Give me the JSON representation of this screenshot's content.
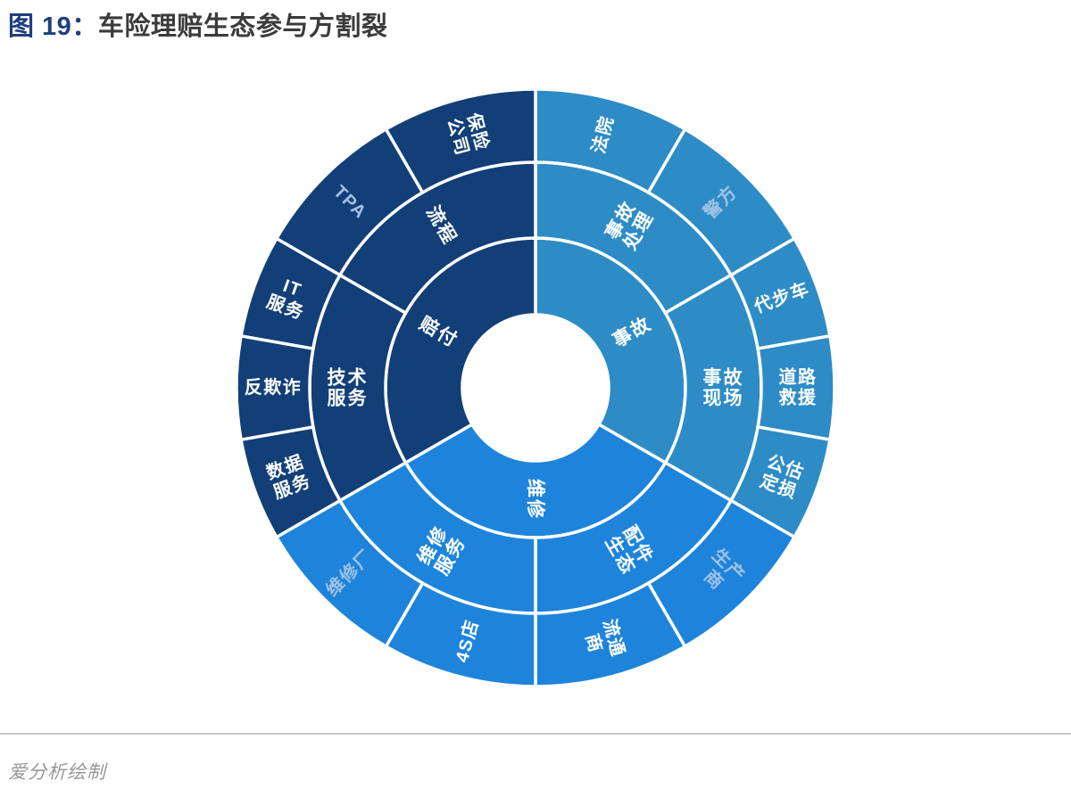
{
  "header": {
    "figure_prefix": "图 19：",
    "figure_title": "车险理赔生态参与方割裂"
  },
  "footer": {
    "source": "爱分析绘制"
  },
  "palette": {
    "title_prefix_color": "#1e3f7f",
    "title_text_color": "#3b3b3b",
    "divider_color": "#c9c9c9",
    "source_color": "#979797"
  },
  "chart_data": {
    "type": "sunburst",
    "title": "图 19：车险理赔生态参与方割裂",
    "angle_unit": "degrees, clockwise from 12 o'clock",
    "ring_radii": [
      82,
      168,
      253,
      335
    ],
    "border_color": "#ffffff",
    "border_width": 3.5,
    "label_color": "#ffffff",
    "muted_label_color": "#9fc2e4",
    "legend": "none",
    "sectors": [
      {
        "key": "accident",
        "label": "事故",
        "a0": 0,
        "a1": 120,
        "color": "#2d8cc6",
        "children": [
          {
            "key": "accident-handling",
            "label": "事故处理",
            "lines": [
              "事故",
              "处理"
            ],
            "a0": 0,
            "a1": 60,
            "children": [
              {
                "key": "court",
                "label": "法院",
                "a0": 0,
                "a1": 30
              },
              {
                "key": "police",
                "label": "警方",
                "a0": 30,
                "a1": 60,
                "muted": true
              }
            ]
          },
          {
            "key": "accident-scene",
            "label": "事故现场",
            "lines": [
              "事故",
              "现场"
            ],
            "a0": 60,
            "a1": 120,
            "children": [
              {
                "key": "courtesy-car",
                "label": "代步车",
                "a0": 60,
                "a1": 80
              },
              {
                "key": "road-rescue",
                "label": "道路救援",
                "lines": [
                  "道路",
                  "救援"
                ],
                "a0": 80,
                "a1": 100
              },
              {
                "key": "loss-assessment",
                "label": "公估定损",
                "lines": [
                  "公估",
                  "定损"
                ],
                "a0": 100,
                "a1": 120
              }
            ]
          }
        ]
      },
      {
        "key": "repair",
        "label": "维修",
        "a0": 120,
        "a1": 240,
        "color": "#1e84db",
        "children": [
          {
            "key": "parts-ecosystem",
            "label": "配件生态",
            "lines": [
              "配件",
              "生态"
            ],
            "a0": 120,
            "a1": 180,
            "children": [
              {
                "key": "manufacturer",
                "label": "生产商",
                "lines": [
                  "生产",
                  "商"
                ],
                "a0": 120,
                "a1": 150,
                "muted": true
              },
              {
                "key": "distributor",
                "label": "流通商",
                "lines": [
                  "流通",
                  "商"
                ],
                "a0": 150,
                "a1": 180
              }
            ]
          },
          {
            "key": "repair-service",
            "label": "维修服务",
            "lines": [
              "维修",
              "服务"
            ],
            "a0": 180,
            "a1": 240,
            "children": [
              {
                "key": "4s-store",
                "label": "4S店",
                "a0": 180,
                "a1": 210
              },
              {
                "key": "repair-shop",
                "label": "维修厂",
                "a0": 210,
                "a1": 240,
                "muted": true
              }
            ]
          }
        ]
      },
      {
        "key": "compensation",
        "label": "赔付",
        "a0": 240,
        "a1": 360,
        "color": "#123f78",
        "children": [
          {
            "key": "technical-service",
            "label": "技术服务",
            "lines": [
              "技术",
              "服务"
            ],
            "a0": 240,
            "a1": 300,
            "children": [
              {
                "key": "data-service",
                "label": "数据服务",
                "lines": [
                  "数据",
                  "服务"
                ],
                "a0": 240,
                "a1": 260
              },
              {
                "key": "anti-fraud",
                "label": "反欺诈",
                "a0": 260,
                "a1": 280
              },
              {
                "key": "it-service",
                "label": "IT服务",
                "lines": [
                  "IT",
                  "服务"
                ],
                "a0": 280,
                "a1": 300
              }
            ]
          },
          {
            "key": "process",
            "label": "流程",
            "a0": 300,
            "a1": 360,
            "children": [
              {
                "key": "tpa",
                "label": "TPA",
                "a0": 300,
                "a1": 330,
                "muted": true
              },
              {
                "key": "insurance-company",
                "label": "保险公司",
                "lines": [
                  "保险",
                  "公司"
                ],
                "a0": 330,
                "a1": 360
              }
            ]
          }
        ]
      }
    ]
  }
}
